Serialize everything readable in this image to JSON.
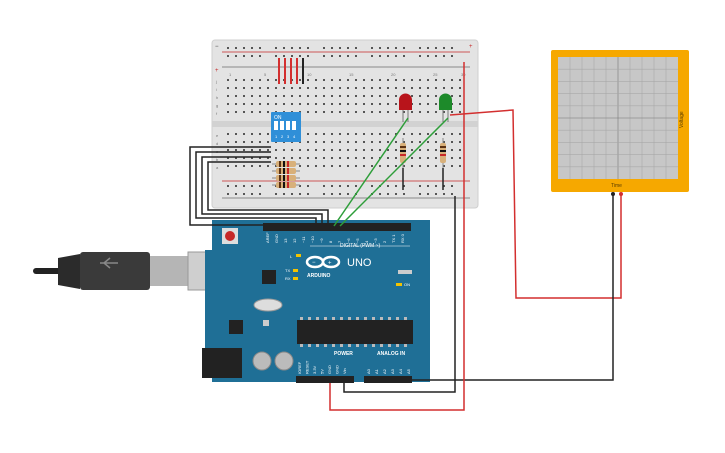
{
  "breadboard": {
    "column_numbers": [
      "1",
      "5",
      "10",
      "15",
      "20",
      "25",
      "30"
    ],
    "row_letters_top": [
      "j",
      "i",
      "h",
      "g",
      "f"
    ],
    "row_letters_bottom": [
      "e",
      "d",
      "c",
      "b",
      "a"
    ],
    "rail_plus": "+",
    "rail_minus": "−"
  },
  "dip_switch": {
    "on_label": "ON",
    "position_labels": [
      "1",
      "2",
      "3",
      "4"
    ]
  },
  "oscilloscope": {
    "y_label": "Voltage",
    "x_label": "Time"
  },
  "arduino": {
    "brand": "ARDUINO",
    "model": "UNO",
    "digital_label": "DIGITAL (PWM ~)",
    "power_label": "POWER",
    "analog_label": "ANALOG IN",
    "on_label": "ON",
    "led_labels": [
      "L",
      "TX",
      "RX"
    ],
    "digital_pins": [
      "AREF",
      "GND",
      "13",
      "12",
      "~11",
      "~10",
      "~9",
      "8",
      "7",
      "~6",
      "~5",
      "4",
      "~3",
      "2",
      "TX 1",
      "RX 0"
    ],
    "power_pins": [
      "IOREF",
      "RESET",
      "3.3V",
      "5V",
      "GND",
      "GND",
      "Vin"
    ],
    "analog_pins": [
      "A0",
      "A1",
      "A2",
      "A3",
      "A4",
      "A5"
    ]
  },
  "colors": {
    "board_teal": "#1f6f96",
    "wire_red": "#d32f2f",
    "wire_black": "#222222",
    "wire_green": "#2e9e3a",
    "led_red": "#b8141b",
    "led_green": "#1d8a2a",
    "scope_orange": "#f6a800",
    "dip_blue": "#2f8fd8"
  }
}
